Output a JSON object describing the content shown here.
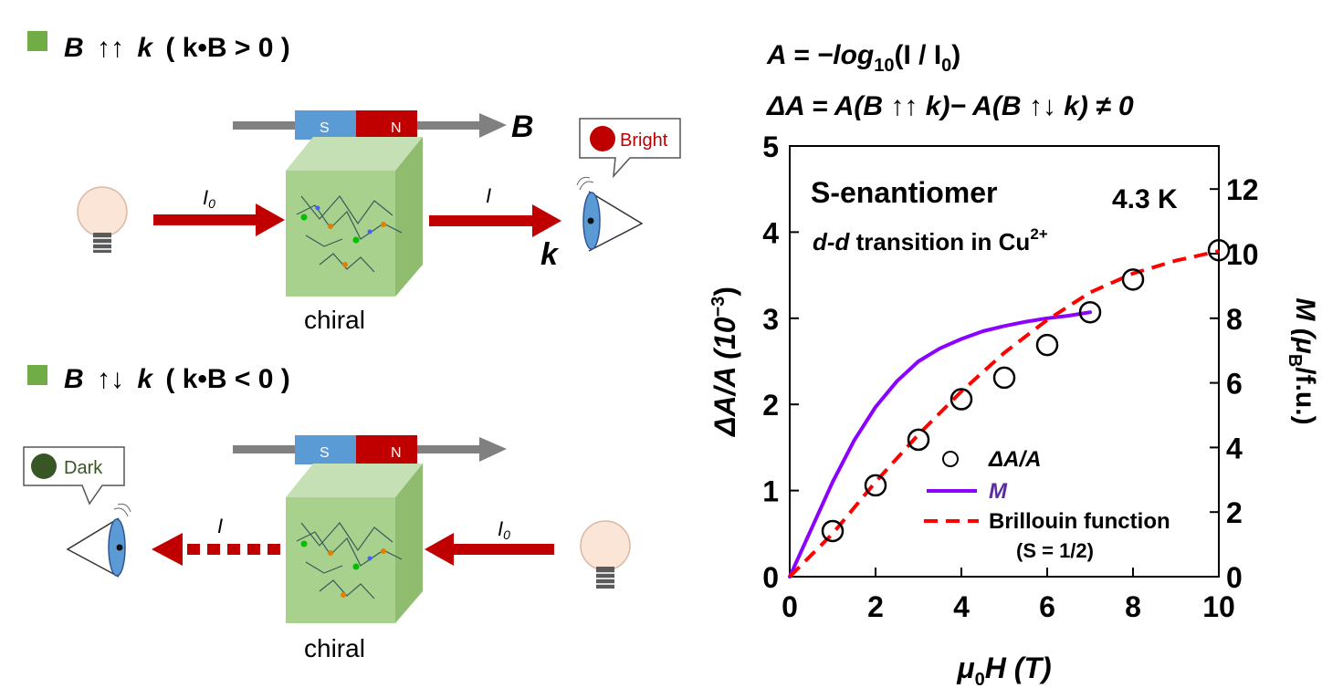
{
  "panel_top": {
    "condition_B": "B",
    "condition_arrows": "↑↑",
    "condition_k": "k",
    "condition_paren": "( k•B > 0 )",
    "field_label": "B",
    "wave_label": "k",
    "intensity_in": "I",
    "intensity_in_sub": "0",
    "intensity_out": "I",
    "magnet_s": "S",
    "magnet_n": "N",
    "sample_label": "chiral",
    "bubble_text": "Bright"
  },
  "panel_bottom": {
    "condition_B": "B",
    "condition_arrows": "↑↓",
    "condition_k": "k",
    "condition_paren": "( k•B < 0  )",
    "intensity_in": "I",
    "intensity_in_sub": "0",
    "intensity_out": "I",
    "magnet_s": "S",
    "magnet_n": "N",
    "sample_label": "chiral",
    "bubble_text": "Dark"
  },
  "equations": {
    "eq1_a": "A = −log",
    "eq1_sub": "10",
    "eq1_b": "(I / I",
    "eq1_sub2": "0",
    "eq1_c": ")",
    "eq2": "ΔA = A(B ↑↑ k)− A(B ↑↓ k) ≠ 0"
  },
  "colors": {
    "legend_square": "#70ad47",
    "arrow_red": "#c00000",
    "magnet_blue": "#5b9bd5",
    "magnet_red": "#c00000",
    "cube_green": "#a9d18e",
    "curve_M": "#8b00ff",
    "curve_brillouin": "#ff0000",
    "bright_dot": "#c00000",
    "dark_dot": "#375623"
  },
  "chart_data": {
    "type": "scatter",
    "annotation_sample": "S-enantiomer",
    "annotation_temp": "4.3 K",
    "annotation_transition_a": "d-d",
    "annotation_transition_b": " transition in Cu",
    "annotation_transition_sup": "2+",
    "xlabel_a": "μ",
    "xlabel_sub": "0",
    "xlabel_b": "H (T)",
    "ylabel_left_a": "ΔA/A (10",
    "ylabel_left_sup": "−3",
    "ylabel_left_b": ")",
    "ylabel_right_a": "M (μ",
    "ylabel_right_sub": "B",
    "ylabel_right_b": "/f.u.)",
    "xlim": [
      0,
      10
    ],
    "ylim_left": [
      0,
      5
    ],
    "ylim_right": [
      0,
      13.333
    ],
    "xticks": [
      0,
      2,
      4,
      6,
      8,
      10
    ],
    "yticks_left": [
      0,
      1,
      2,
      3,
      4,
      5
    ],
    "yticks_right": [
      0,
      2,
      4,
      6,
      8,
      10,
      12
    ],
    "legend": {
      "items": [
        "ΔA/A",
        "M",
        "Brillouin function",
        "(S = 1/2)"
      ]
    },
    "series": [
      {
        "name": "ΔA/A",
        "kind": "scatter",
        "axis": "left",
        "x": [
          1,
          2,
          3,
          4,
          5,
          6,
          7,
          8,
          10
        ],
        "y": [
          0.53,
          1.06,
          1.59,
          2.06,
          2.31,
          2.69,
          3.07,
          3.45,
          3.79
        ]
      },
      {
        "name": "M",
        "kind": "line",
        "axis": "left",
        "x": [
          0,
          0.5,
          1,
          1.5,
          2,
          2.5,
          3,
          3.5,
          4,
          4.5,
          5,
          5.5,
          6,
          6.5,
          7
        ],
        "y": [
          0,
          0.55,
          1.1,
          1.58,
          1.97,
          2.27,
          2.5,
          2.65,
          2.76,
          2.85,
          2.91,
          2.96,
          3.0,
          3.03,
          3.07
        ]
      },
      {
        "name": "Brillouin function",
        "kind": "dashed-line",
        "axis": "left",
        "x": [
          0,
          1,
          2,
          3,
          4,
          5,
          6,
          7,
          8,
          9,
          10
        ],
        "y": [
          0,
          0.5,
          1.1,
          1.65,
          2.15,
          2.6,
          2.98,
          3.3,
          3.52,
          3.67,
          3.78
        ]
      }
    ]
  }
}
